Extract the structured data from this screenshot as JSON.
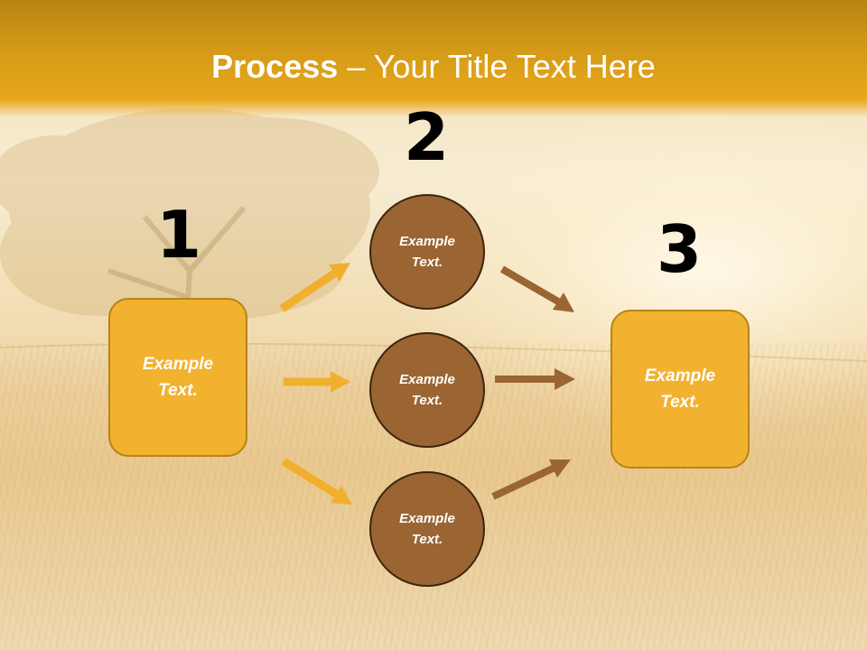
{
  "title": {
    "bold": "Process",
    "rest": " – Your Title Text Here"
  },
  "steps": {
    "step1": {
      "number": "1",
      "label": "Example Text."
    },
    "step2": {
      "number": "2",
      "circles": [
        "Example Text.",
        "Example Text.",
        "Example Text."
      ]
    },
    "step3": {
      "number": "3",
      "label": "Example Text."
    }
  },
  "colors": {
    "title_bar": "#d59b17",
    "box_fill": "#f2b12f",
    "circle_fill": "#9a6532",
    "arrow_yellow": "#f0b02e",
    "arrow_brown": "#9a6532"
  }
}
